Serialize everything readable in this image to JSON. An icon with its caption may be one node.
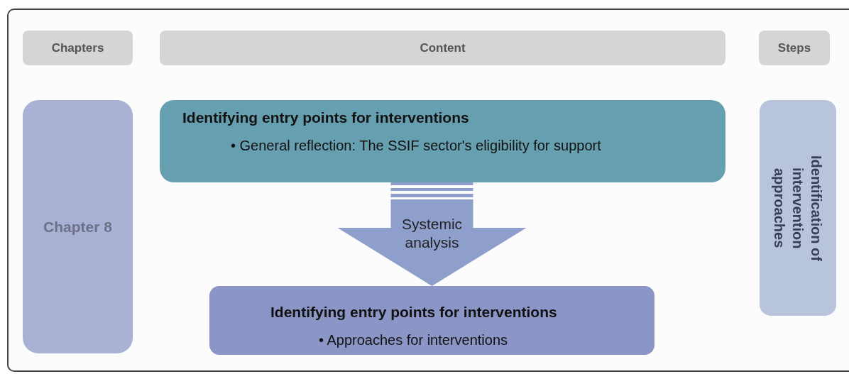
{
  "diagram": {
    "nodes": [
      {
        "text": [
          "Chapters"
        ]
      },
      {
        "text": [
          "Content"
        ]
      },
      {
        "text": [
          "Steps"
        ]
      },
      {
        "text": [
          "Chapter 8"
        ]
      },
      {
        "text": [
          "Identifying entry points for interventions",
          "• General reflection: The SSIF sector's eligibility for support"
        ]
      },
      {
        "text": [
          "Identifying entry points for interventions",
          "• Approaches for interventions"
        ]
      },
      {
        "text": [
          "Identification of intervention approaches"
        ]
      }
    ],
    "edges": [
      {
        "from": 4,
        "to": 5,
        "arrow": "to",
        "label": "Systemic analysis",
        "style": "thick"
      }
    ]
  }
}
